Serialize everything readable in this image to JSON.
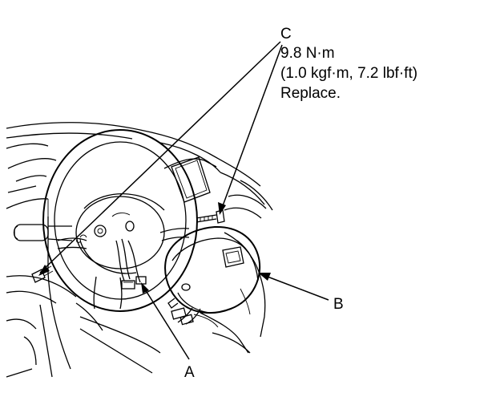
{
  "callouts": {
    "c": {
      "letter": "C",
      "torque_nm": "9.8 N·m",
      "torque_alt": "(1.0 kgf·m, 7.2 lbf·ft)",
      "note": "Replace."
    },
    "a": {
      "letter": "A"
    },
    "b": {
      "letter": "B"
    }
  }
}
